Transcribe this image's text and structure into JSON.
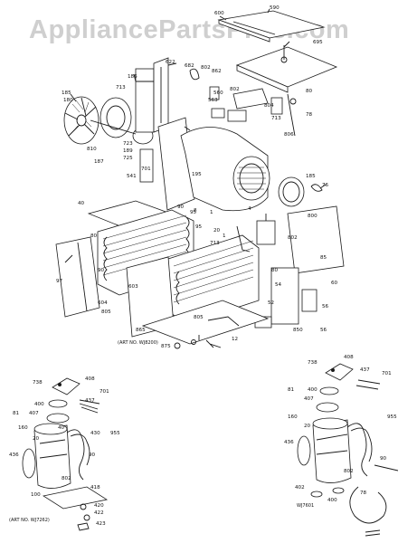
{
  "watermark": "AppliancePartsPros.com",
  "captions": {
    "main": "(ART NO. WJ8200)",
    "lower_left": "(ART NO. WJ7262)",
    "lower_right": "WJ7601"
  },
  "labels": {
    "main": [
      "600",
      "590",
      "622",
      "695",
      "186",
      "682",
      "802",
      "862",
      "802",
      "80",
      "804",
      "185",
      "180",
      "713",
      "563",
      "560",
      "713",
      "806",
      "78",
      "76",
      "723",
      "189",
      "725",
      "701",
      "810",
      "187",
      "541",
      "90",
      "8",
      "1",
      "4",
      "95",
      "195",
      "185",
      "40",
      "80",
      "97",
      "90",
      "95",
      "20",
      "1",
      "713",
      "800",
      "802",
      "60",
      "85",
      "603",
      "604",
      "805",
      "80",
      "54",
      "52",
      "56",
      "850",
      "865",
      "805",
      "56",
      "875",
      "12"
    ],
    "lower_left": [
      "738",
      "408",
      "437",
      "701",
      "400",
      "407",
      "40",
      "81",
      "160",
      "20",
      "955",
      "430",
      "436",
      "90",
      "802",
      "100",
      "418",
      "420",
      "422",
      "423"
    ],
    "lower_right": [
      "738",
      "408",
      "437",
      "701",
      "400",
      "407",
      "81",
      "955",
      "160",
      "20",
      "436",
      "90",
      "802",
      "402",
      "400",
      "78"
    ]
  }
}
